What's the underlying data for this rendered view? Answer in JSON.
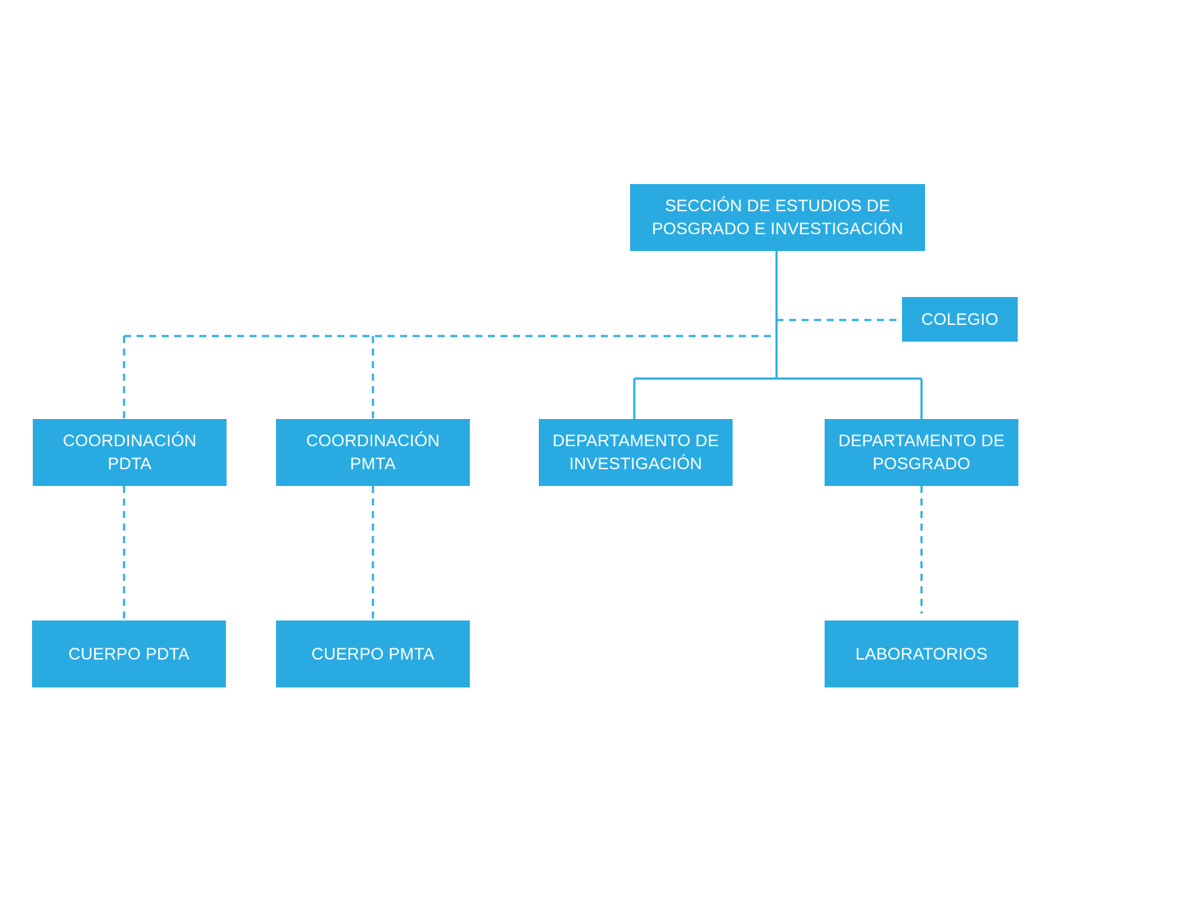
{
  "colors": {
    "node_fill": "#29abe2",
    "node_text": "#ffffff",
    "connector": "#29abe2",
    "background": "#ffffff"
  },
  "nodes": {
    "root": {
      "line1": "SECCIÓN DE ESTUDIOS DE",
      "line2": "POSGRADO E INVESTIGACIÓN"
    },
    "colegio": {
      "label": "COLEGIO"
    },
    "coordinacion_pdta": {
      "line1": "COORDINACIÓN",
      "line2": "PDTA"
    },
    "coordinacion_pmta": {
      "line1": "COORDINACIÓN",
      "line2": "PMTA"
    },
    "departamento_investigacion": {
      "line1": "DEPARTAMENTO DE",
      "line2": "INVESTIGACIÓN"
    },
    "departamento_posgrado": {
      "line1": "DEPARTAMENTO DE",
      "line2": "POSGRADO"
    },
    "cuerpo_pdta": {
      "label": "CUERPO PDTA"
    },
    "cuerpo_pmta": {
      "label": "CUERPO PMTA"
    },
    "laboratorios": {
      "label": "LABORATORIOS"
    }
  },
  "edges": [
    {
      "from": "SECCIÓN DE ESTUDIOS DE POSGRADO E INVESTIGACIÓN",
      "to": "DEPARTAMENTO DE INVESTIGACIÓN",
      "style": "solid"
    },
    {
      "from": "SECCIÓN DE ESTUDIOS DE POSGRADO E INVESTIGACIÓN",
      "to": "DEPARTAMENTO DE POSGRADO",
      "style": "solid"
    },
    {
      "from": "SECCIÓN DE ESTUDIOS DE POSGRADO E INVESTIGACIÓN",
      "to": "COLEGIO",
      "style": "dashed"
    },
    {
      "from": "SECCIÓN DE ESTUDIOS DE POSGRADO E INVESTIGACIÓN",
      "to": "COORDINACIÓN PDTA",
      "style": "dashed"
    },
    {
      "from": "SECCIÓN DE ESTUDIOS DE POSGRADO E INVESTIGACIÓN",
      "to": "COORDINACIÓN PMTA",
      "style": "dashed"
    },
    {
      "from": "COORDINACIÓN PDTA",
      "to": "CUERPO PDTA",
      "style": "dashed"
    },
    {
      "from": "COORDINACIÓN PMTA",
      "to": "CUERPO PMTA",
      "style": "dashed"
    },
    {
      "from": "DEPARTAMENTO DE POSGRADO",
      "to": "LABORATORIOS",
      "style": "dashed"
    }
  ]
}
